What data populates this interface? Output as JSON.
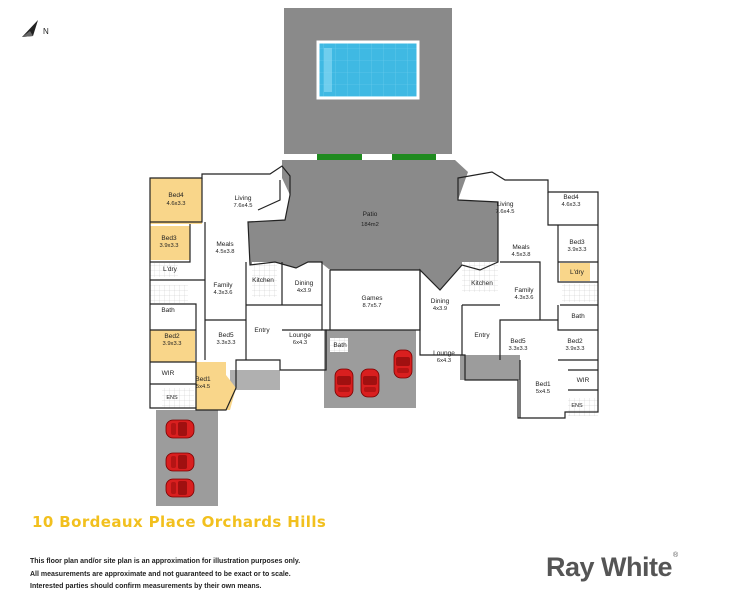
{
  "compass": {
    "label": "N"
  },
  "pool_area": {
    "label": ""
  },
  "rooms": {
    "patio": {
      "name": "Patio",
      "dim": "184m2"
    },
    "left": {
      "bed4": {
        "name": "Bed4",
        "dim": "4.6x3.3"
      },
      "living": {
        "name": "Living",
        "dim": "7.6x4.5"
      },
      "bed3": {
        "name": "Bed3",
        "dim": "3.9x3.3"
      },
      "meals": {
        "name": "Meals",
        "dim": "4.5x3.8"
      },
      "ldry": {
        "name": "L'dry"
      },
      "kitchen": {
        "name": "Kitchen"
      },
      "family": {
        "name": "Family",
        "dim": "4.3x3.6"
      },
      "dining": {
        "name": "Dining",
        "dim": "4x3.9"
      },
      "bath": {
        "name": "Bath"
      },
      "bed5": {
        "name": "Bed5",
        "dim": "3.3x3.3"
      },
      "entry": {
        "name": "Entry"
      },
      "lounge": {
        "name": "Lounge",
        "dim": "6x4.3"
      },
      "bed2": {
        "name": "Bed2",
        "dim": "3.9x3.3"
      },
      "wir": {
        "name": "WIR"
      },
      "bed1": {
        "name": "Bed1",
        "dim": "5x4.5"
      },
      "ens": {
        "name": "ENS"
      }
    },
    "games": {
      "name": "Games",
      "dim": "8.7x5.7"
    },
    "center_bath": {
      "name": "Bath"
    },
    "right": {
      "living": {
        "name": "Living",
        "dim": "7.6x4.5"
      },
      "bed4": {
        "name": "Bed4",
        "dim": "4.6x3.3"
      },
      "meals": {
        "name": "Meals",
        "dim": "4.5x3.8"
      },
      "bed3": {
        "name": "Bed3",
        "dim": "3.9x3.3"
      },
      "dining": {
        "name": "Dining",
        "dim": "4x3.9"
      },
      "kitchen": {
        "name": "Kitchen"
      },
      "family": {
        "name": "Family",
        "dim": "4.3x3.6"
      },
      "ldry": {
        "name": "L'dry"
      },
      "bath": {
        "name": "Bath"
      },
      "entry": {
        "name": "Entry"
      },
      "bed5": {
        "name": "Bed5",
        "dim": "3.3x3.3"
      },
      "bed2": {
        "name": "Bed2",
        "dim": "3.9x3.3"
      },
      "lounge": {
        "name": "Lounge",
        "dim": "6x4.3"
      },
      "bed1": {
        "name": "Bed1",
        "dim": "5x4.5"
      },
      "wir": {
        "name": "WIR"
      },
      "ens": {
        "name": "ENS"
      }
    }
  },
  "address": "10 Bordeaux Place Orchards Hills",
  "disclaimer": [
    "This floor plan and/or site plan is an approximation for illustration purposes only.",
    "All measurements are approximate and not guaranteed to be exact or to scale.",
    "Interested parties should confirm measurements by their own means."
  ],
  "brand": {
    "name": "Ray White",
    "mark": "®"
  },
  "colors": {
    "patio": "#8a8a8a",
    "driveway": "#9c9c9c",
    "bedroom_highlight": "#f9d68a",
    "pool_water": "#3fb9e3",
    "grass": "#1f8a1f",
    "car": "#d91f1f",
    "address": "#f2c01e",
    "brand": "#555555"
  }
}
